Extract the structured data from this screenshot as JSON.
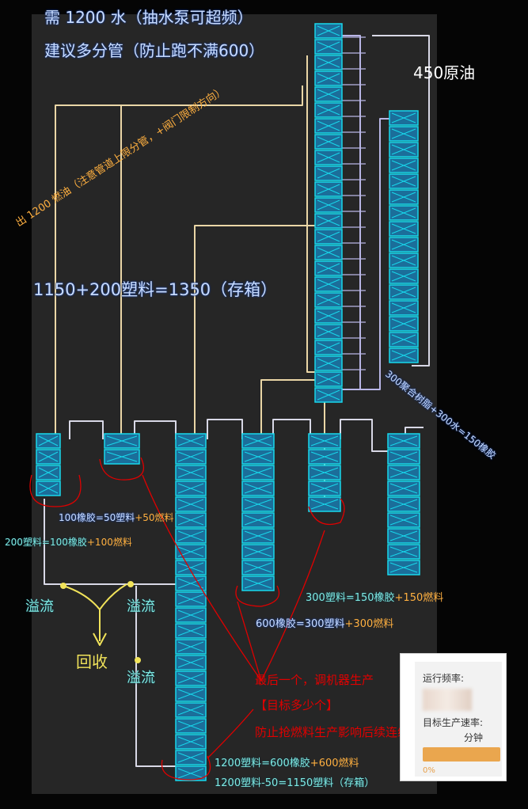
{
  "notes": {
    "water_need": "需 1200 水（抽水泵可超频）",
    "split_pipes": "建议多分管（防止跑不满600）",
    "crude_oil": "450原油",
    "fuel_output": "出 1200 燃油（注意管道上限分管，+阀门限制方向）",
    "plastic_storage": "1150+200塑料=1350（存箱）",
    "resin_water": "300聚合树脂+300水=150橡胶"
  },
  "recipes": {
    "r100": {
      "base": "100橡胶=50塑料",
      "extra": "+50燃料"
    },
    "p200": {
      "base": "200塑料=100橡胶",
      "extra": "+100燃料"
    },
    "p300": {
      "base": "300塑料=150橡胶",
      "extra": "+150燃料"
    },
    "r600": {
      "base": "600橡胶=300塑料",
      "extra": "+300燃料"
    },
    "p1200": {
      "base": "1200塑料=600橡胶",
      "extra": "+600燃料"
    },
    "final": "1200塑料-50=1150塑料（存箱）"
  },
  "overflow": {
    "o1": "溢流",
    "o2": "溢流",
    "o3": "溢流",
    "recycle": "回收"
  },
  "annotations": {
    "last_one": "最后一个，调机器生产",
    "target_count": "【目标多少个】",
    "prevent_race": "防止抢燃料生产影响后续连续反应"
  },
  "panel": {
    "run_frequency": "运行频率:",
    "target_rate": "目标生产速率:",
    "per_minute": "分钟",
    "percent": "0%"
  },
  "colors": {
    "machine": "#18d8ec",
    "pipe_fuel": "#ead6a6",
    "pipe_water": "#b9b6e6",
    "pipe_light": "#d8d8e6",
    "annotation": "#e00000",
    "recycle": "#f1e35a"
  }
}
